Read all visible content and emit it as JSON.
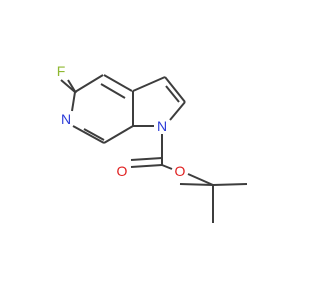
{
  "molecule": {
    "atoms": {
      "fluorine": {
        "symbol": "F",
        "color": "#8fb832"
      },
      "pyridine_nitrogen": {
        "symbol": "N",
        "color": "#2b3bd8"
      },
      "pyrrole_nitrogen": {
        "symbol": "N",
        "color": "#2b3bd8"
      },
      "carbonyl_oxygen": {
        "symbol": "O",
        "color": "#e02020"
      },
      "ester_oxygen": {
        "symbol": "O",
        "color": "#e02020"
      }
    },
    "bond_color": "#3d3d3d"
  }
}
